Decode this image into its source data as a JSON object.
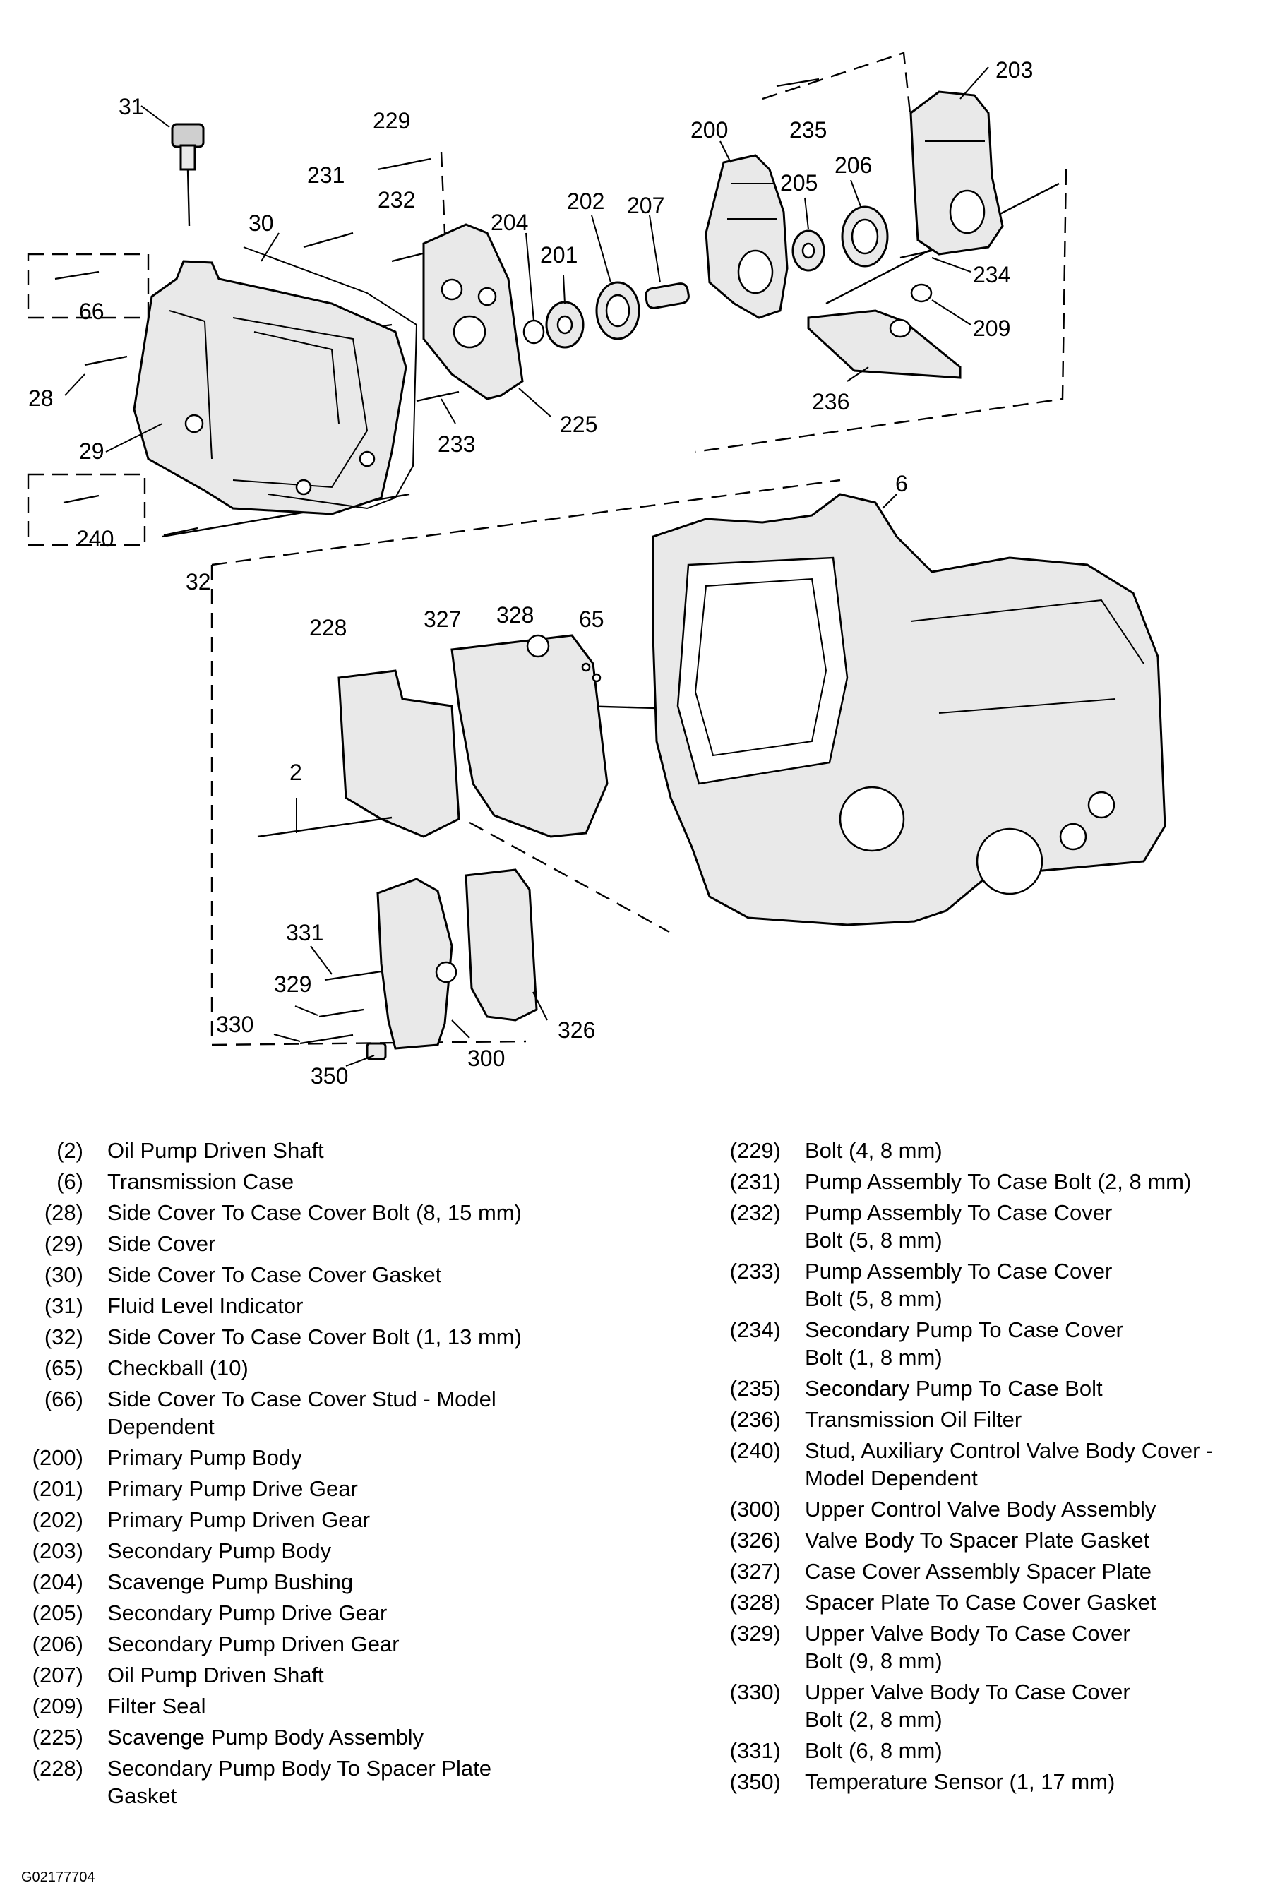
{
  "callouts": [
    "31",
    "229",
    "231",
    "232",
    "30",
    "66",
    "28",
    "29",
    "240",
    "32",
    "204",
    "201",
    "202",
    "207",
    "200",
    "235",
    "203",
    "205",
    "206",
    "234",
    "209",
    "236",
    "225",
    "233",
    "6",
    "228",
    "327",
    "328",
    "65",
    "2",
    "331",
    "329",
    "330",
    "350",
    "300",
    "326"
  ],
  "legend_left": [
    {
      "num": "(2)",
      "text": "Oil Pump Driven Shaft"
    },
    {
      "num": "(6)",
      "text": "Transmission Case"
    },
    {
      "num": "(28)",
      "text": "Side Cover To Case Cover Bolt (8, 15 mm)"
    },
    {
      "num": "(29)",
      "text": "Side Cover"
    },
    {
      "num": "(30)",
      "text": "Side Cover To Case Cover Gasket"
    },
    {
      "num": "(31)",
      "text": "Fluid Level Indicator"
    },
    {
      "num": "(32)",
      "text": "Side Cover To Case Cover Bolt (1, 13 mm)"
    },
    {
      "num": "(65)",
      "text": "Checkball (10)"
    },
    {
      "num": "(66)",
      "text": "Side Cover To Case Cover Stud - Model\nDependent"
    },
    {
      "num": "(200)",
      "text": "Primary Pump Body"
    },
    {
      "num": "(201)",
      "text": "Primary Pump Drive Gear"
    },
    {
      "num": "(202)",
      "text": "Primary Pump Driven Gear"
    },
    {
      "num": "(203)",
      "text": "Secondary Pump Body"
    },
    {
      "num": "(204)",
      "text": "Scavenge Pump Bushing"
    },
    {
      "num": "(205)",
      "text": "Secondary Pump Drive Gear"
    },
    {
      "num": "(206)",
      "text": "Secondary Pump Driven Gear"
    },
    {
      "num": "(207)",
      "text": "Oil Pump Driven Shaft"
    },
    {
      "num": "(209)",
      "text": "Filter Seal"
    },
    {
      "num": "(225)",
      "text": "Scavenge Pump Body Assembly"
    },
    {
      "num": "(228)",
      "text": "Secondary Pump Body To Spacer Plate\nGasket"
    }
  ],
  "legend_right": [
    {
      "num": "(229)",
      "text": "Bolt (4, 8 mm)"
    },
    {
      "num": "(231)",
      "text": "Pump Assembly To Case Bolt (2, 8 mm)"
    },
    {
      "num": "(232)",
      "text": "Pump Assembly To Case Cover\nBolt (5, 8 mm)"
    },
    {
      "num": "(233)",
      "text": "Pump Assembly To Case Cover\nBolt (5, 8 mm)"
    },
    {
      "num": "(234)",
      "text": "Secondary Pump To Case Cover\nBolt (1, 8 mm)"
    },
    {
      "num": "(235)",
      "text": "Secondary Pump To Case Bolt"
    },
    {
      "num": "(236)",
      "text": "Transmission Oil Filter"
    },
    {
      "num": "(240)",
      "text": "Stud, Auxiliary Control Valve Body Cover -\nModel Dependent"
    },
    {
      "num": "(300)",
      "text": "Upper Control Valve Body Assembly"
    },
    {
      "num": "(326)",
      "text": "Valve Body To Spacer Plate Gasket"
    },
    {
      "num": "(327)",
      "text": "Case Cover Assembly Spacer Plate"
    },
    {
      "num": "(328)",
      "text": "Spacer Plate To Case Cover Gasket"
    },
    {
      "num": "(329)",
      "text": "Upper Valve Body To Case Cover\nBolt (9, 8 mm)"
    },
    {
      "num": "(330)",
      "text": "Upper Valve Body To Case Cover\nBolt (2, 8 mm)"
    },
    {
      "num": "(331)",
      "text": "Bolt (6, 8 mm)"
    },
    {
      "num": "(350)",
      "text": "Temperature Sensor (1, 17 mm)"
    }
  ],
  "figure_code": "G02177704"
}
